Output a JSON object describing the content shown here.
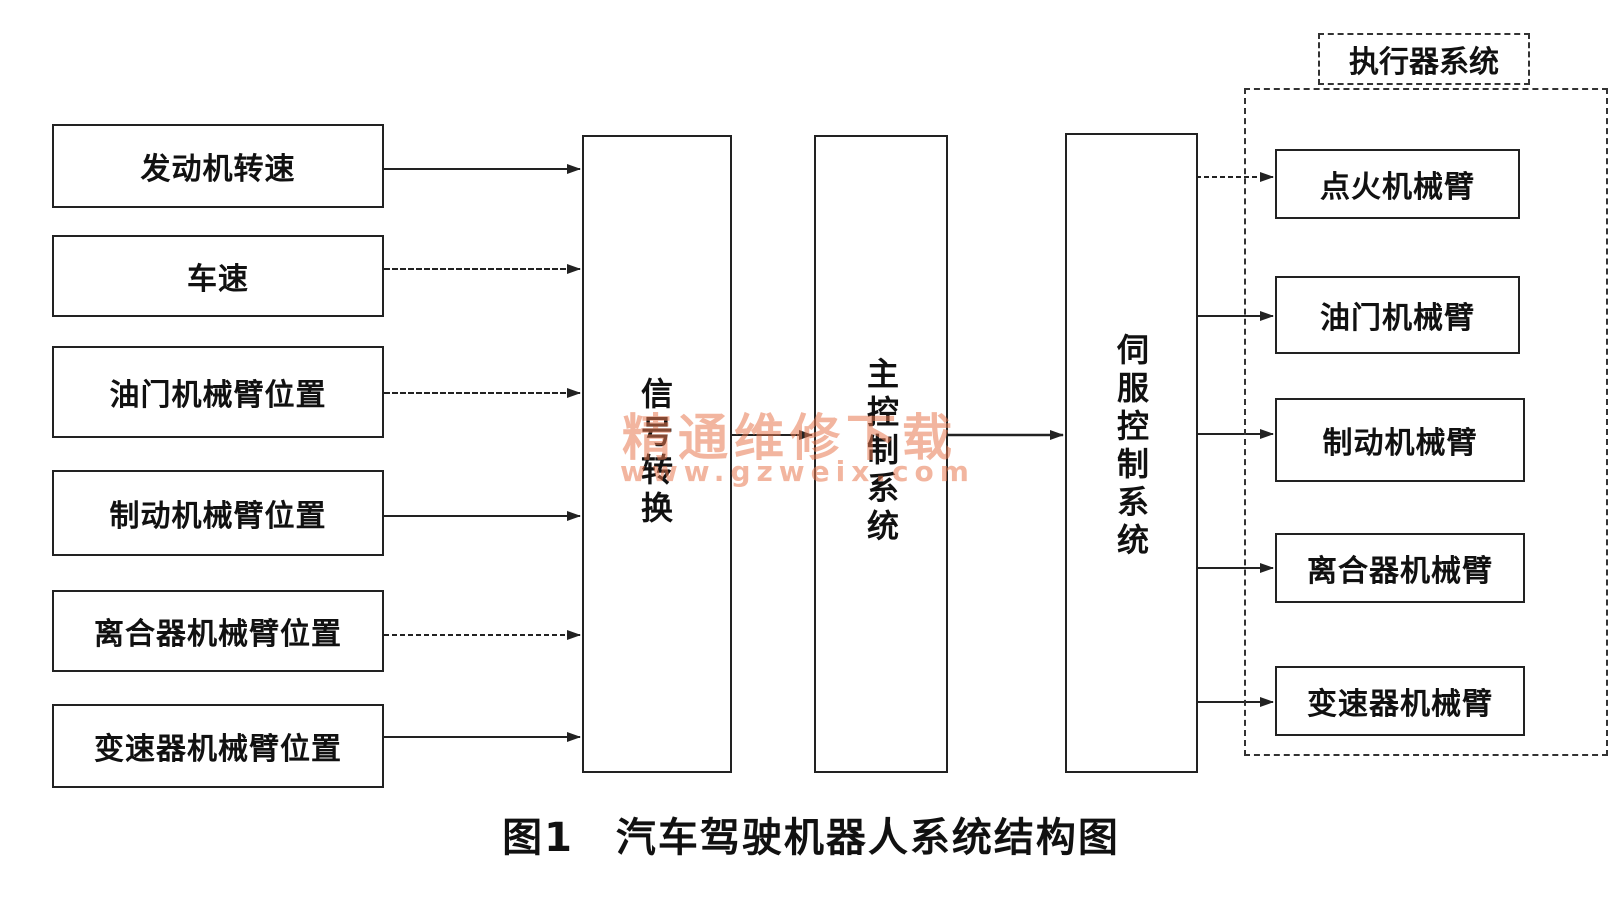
{
  "inputs": [
    "发动机转速",
    "车速",
    "油门机械臂位置",
    "制动机械臂位置",
    "离合器机械臂位置",
    "变速器机械臂位置"
  ],
  "blocks": {
    "signal": "信号转换",
    "main_control": "主控制系统",
    "servo": "伺服控制系统"
  },
  "executor": {
    "label": "执行器系统",
    "outputs": [
      "点火机械臂",
      "油门机械臂",
      "制动机械臂",
      "离合器机械臂",
      "变速器机械臂"
    ]
  },
  "watermark": {
    "line1": "精通维修下载",
    "line2": "www.gzweix.com"
  },
  "caption": "图1　汽车驾驶机器人系统结构图"
}
